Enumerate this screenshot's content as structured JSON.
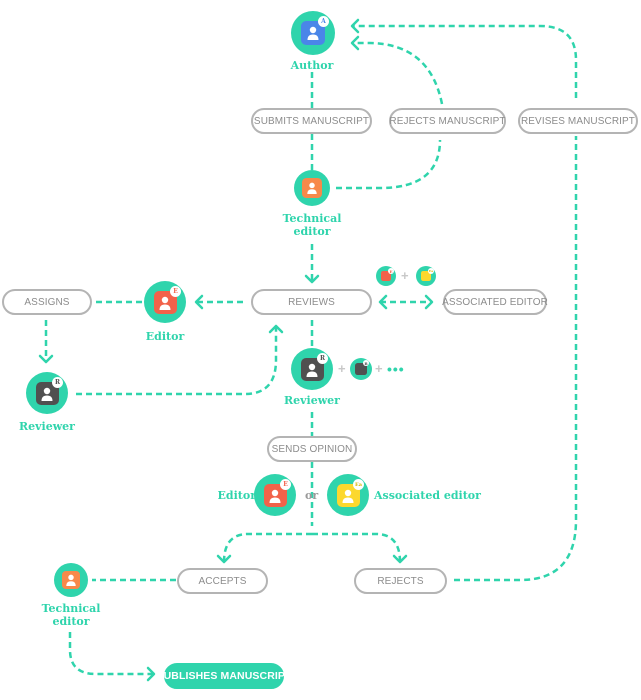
{
  "diagram": {
    "accent_color": "#2fd4ac",
    "roles": {
      "author": {
        "label": "Author",
        "badge": "A",
        "color": "#4a86e8"
      },
      "technical_editor_top": {
        "label_line1": "Technical",
        "label_line2": "editor",
        "color": "#f7894a"
      },
      "editor_main": {
        "label": "Editor",
        "badge": "E",
        "color": "#f2624a"
      },
      "reviewer_left": {
        "label": "Reviewer",
        "badge": "R",
        "color": "#505050"
      },
      "reviewer_center": {
        "label": "Reviewer",
        "badge": "R",
        "color": "#505050"
      },
      "editor_decision": {
        "label": "Editor",
        "badge": "E",
        "color": "#f2624a"
      },
      "associated_editor_decision": {
        "label": "Associated editor",
        "badge": "Ea",
        "color": "#fcd82e"
      },
      "technical_editor_bottom": {
        "label_line1": "Technical",
        "label_line2": "editor",
        "color": "#f7894a"
      },
      "mini_editor": {
        "badge": "E",
        "color": "#f2624a"
      },
      "mini_associated_editor": {
        "badge": "Ea",
        "color": "#fcd82e"
      },
      "mini_reviewer": {
        "badge": "R",
        "color": "#505050"
      }
    },
    "actions": {
      "submits": "SUBMITS MANUSCRIPT",
      "rejects_manuscript": "REJECTS MANUSCRIPT",
      "revises": "REVISES MANUSCRIPT",
      "reviews": "REVIEWS",
      "assigns": "ASSIGNS",
      "associated_editor": "ASSOCIATED EDITOR",
      "sends_opinion": "SENDS OPINION",
      "accepts": "ACCEPTS",
      "rejects": "REJECTS",
      "publishes": "PUBLISHES MANUSCRIPT"
    },
    "connectors": {
      "plus": "+",
      "or": "or",
      "more": "•••"
    }
  }
}
